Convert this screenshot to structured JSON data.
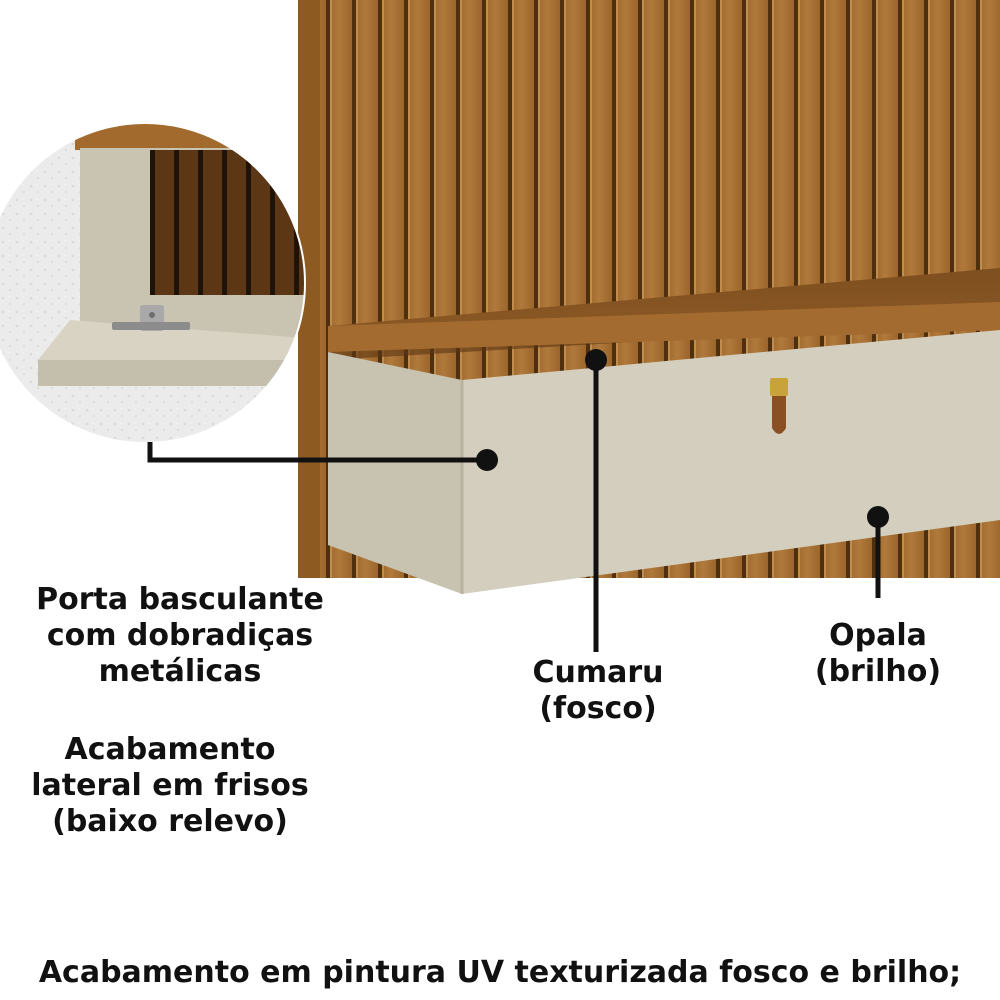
{
  "labels": {
    "hinge_door": [
      "Porta basculante",
      "com dobradiças",
      "metálicas"
    ],
    "side_finish": [
      "Acabamento",
      "lateral em frisos",
      "(baixo relevo)"
    ],
    "cumaru": [
      "Cumaru",
      "(fosco)"
    ],
    "opala": [
      "Opala",
      "(brilho)"
    ]
  },
  "footer": "Acabamento em pintura UV texturizada fosco e brilho;",
  "colors": {
    "wood": "#a26a2d",
    "wood_dark": "#6e4416",
    "opala": "#d2cdbd",
    "callout": "#111111",
    "wall": "#eeeeee"
  },
  "icons": [
    "hinge-icon",
    "handle-icon"
  ]
}
